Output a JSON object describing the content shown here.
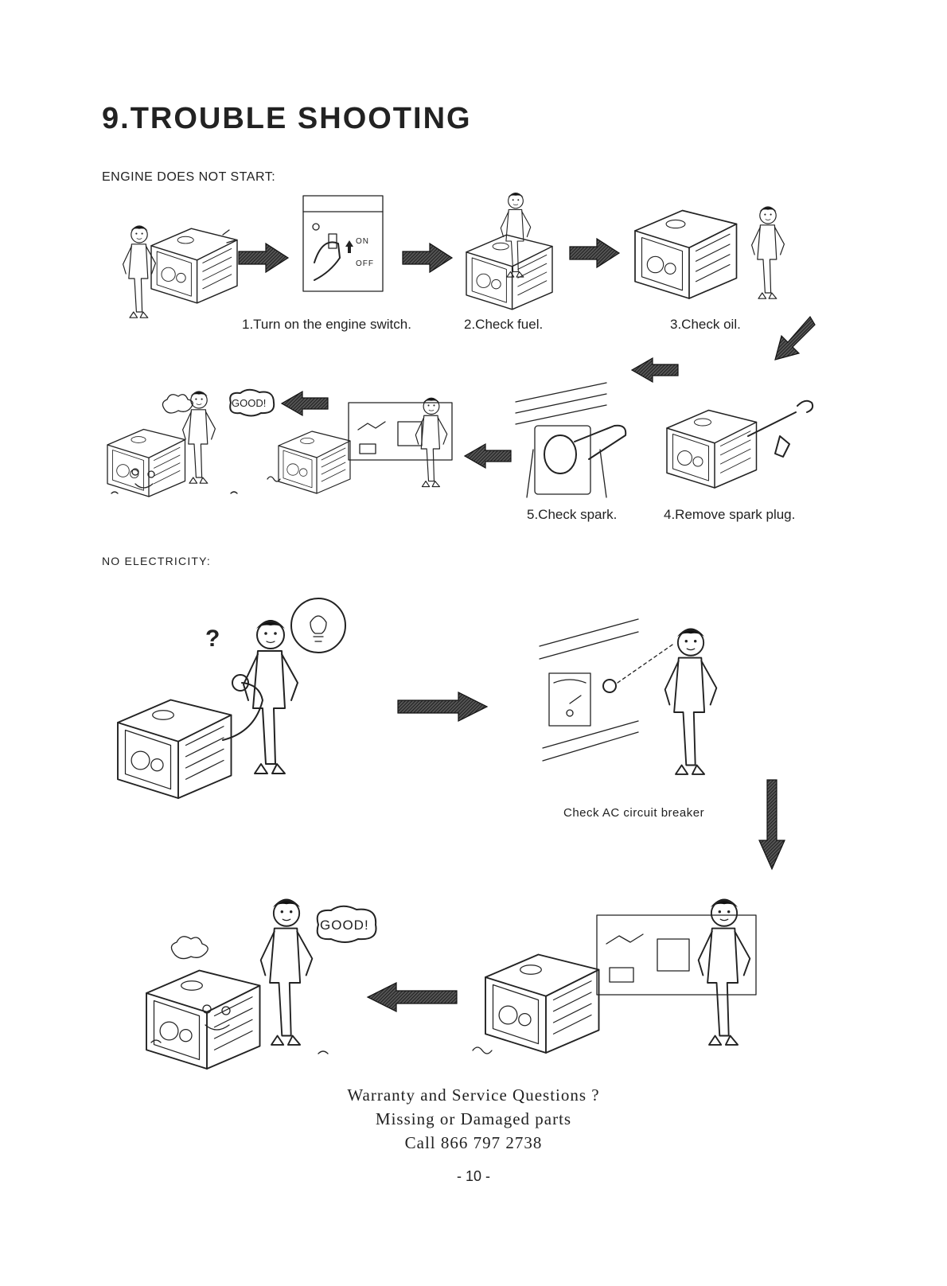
{
  "document": {
    "title": "9.TROUBLE SHOOTING",
    "sections": {
      "engine": {
        "heading": "ENGINE DOES NOT START:"
      },
      "electricity": {
        "heading": "NO ELECTRICITY:"
      }
    },
    "steps": {
      "step1": "1.Turn on the engine switch.",
      "step2": "2.Check fuel.",
      "step3": "3.Check oil.",
      "step4": "4.Remove spark plug.",
      "step5": "5.Check spark."
    },
    "switch_labels": {
      "on": "ON",
      "off": "OFF"
    },
    "bubbles": {
      "good_small": "GOOD!",
      "good_large": "GOOD!"
    },
    "question_mark": "?",
    "breaker_caption": "Check AC circuit breaker",
    "footer": {
      "line1": "Warranty and Service Questions ?",
      "line2": "Missing or Damaged parts",
      "line3": "Call 866 797 2738"
    },
    "page_number": "- 10 -"
  },
  "icons": {
    "arrow_right": "arrow-right-icon",
    "arrow_left": "arrow-left-icon",
    "arrow_down": "arrow-down-icon",
    "arrow_down_left": "arrow-down-left-icon"
  }
}
